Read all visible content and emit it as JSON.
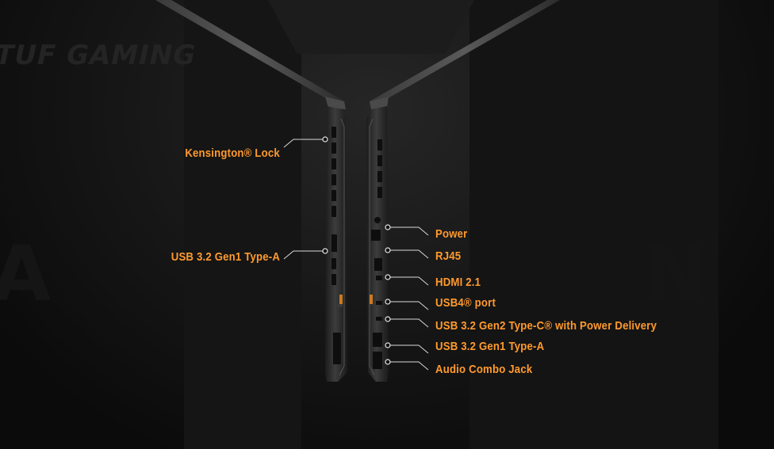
{
  "colors": {
    "label": "#ff9a2e",
    "line": "#d8d8d8",
    "background": "#0b0b0b",
    "accent_orange": "#e08a2a"
  },
  "background": {
    "brand_text": "TUF GAMING"
  },
  "left_side_ports": [
    {
      "id": "kensington",
      "label": "Kensington® Lock"
    },
    {
      "id": "usb-a-left",
      "label": "USB 3.2 Gen1 Type-A"
    }
  ],
  "right_side_ports": [
    {
      "id": "power",
      "label": "Power"
    },
    {
      "id": "rj45",
      "label": "RJ45"
    },
    {
      "id": "hdmi",
      "label": "HDMI 2.1"
    },
    {
      "id": "usb4",
      "label": "USB4® port"
    },
    {
      "id": "usb-c",
      "label": "USB 3.2 Gen2 Type-C® with Power Delivery"
    },
    {
      "id": "usb-a-right",
      "label": "USB 3.2 Gen1 Type-A"
    },
    {
      "id": "audio",
      "label": "Audio Combo Jack"
    }
  ]
}
